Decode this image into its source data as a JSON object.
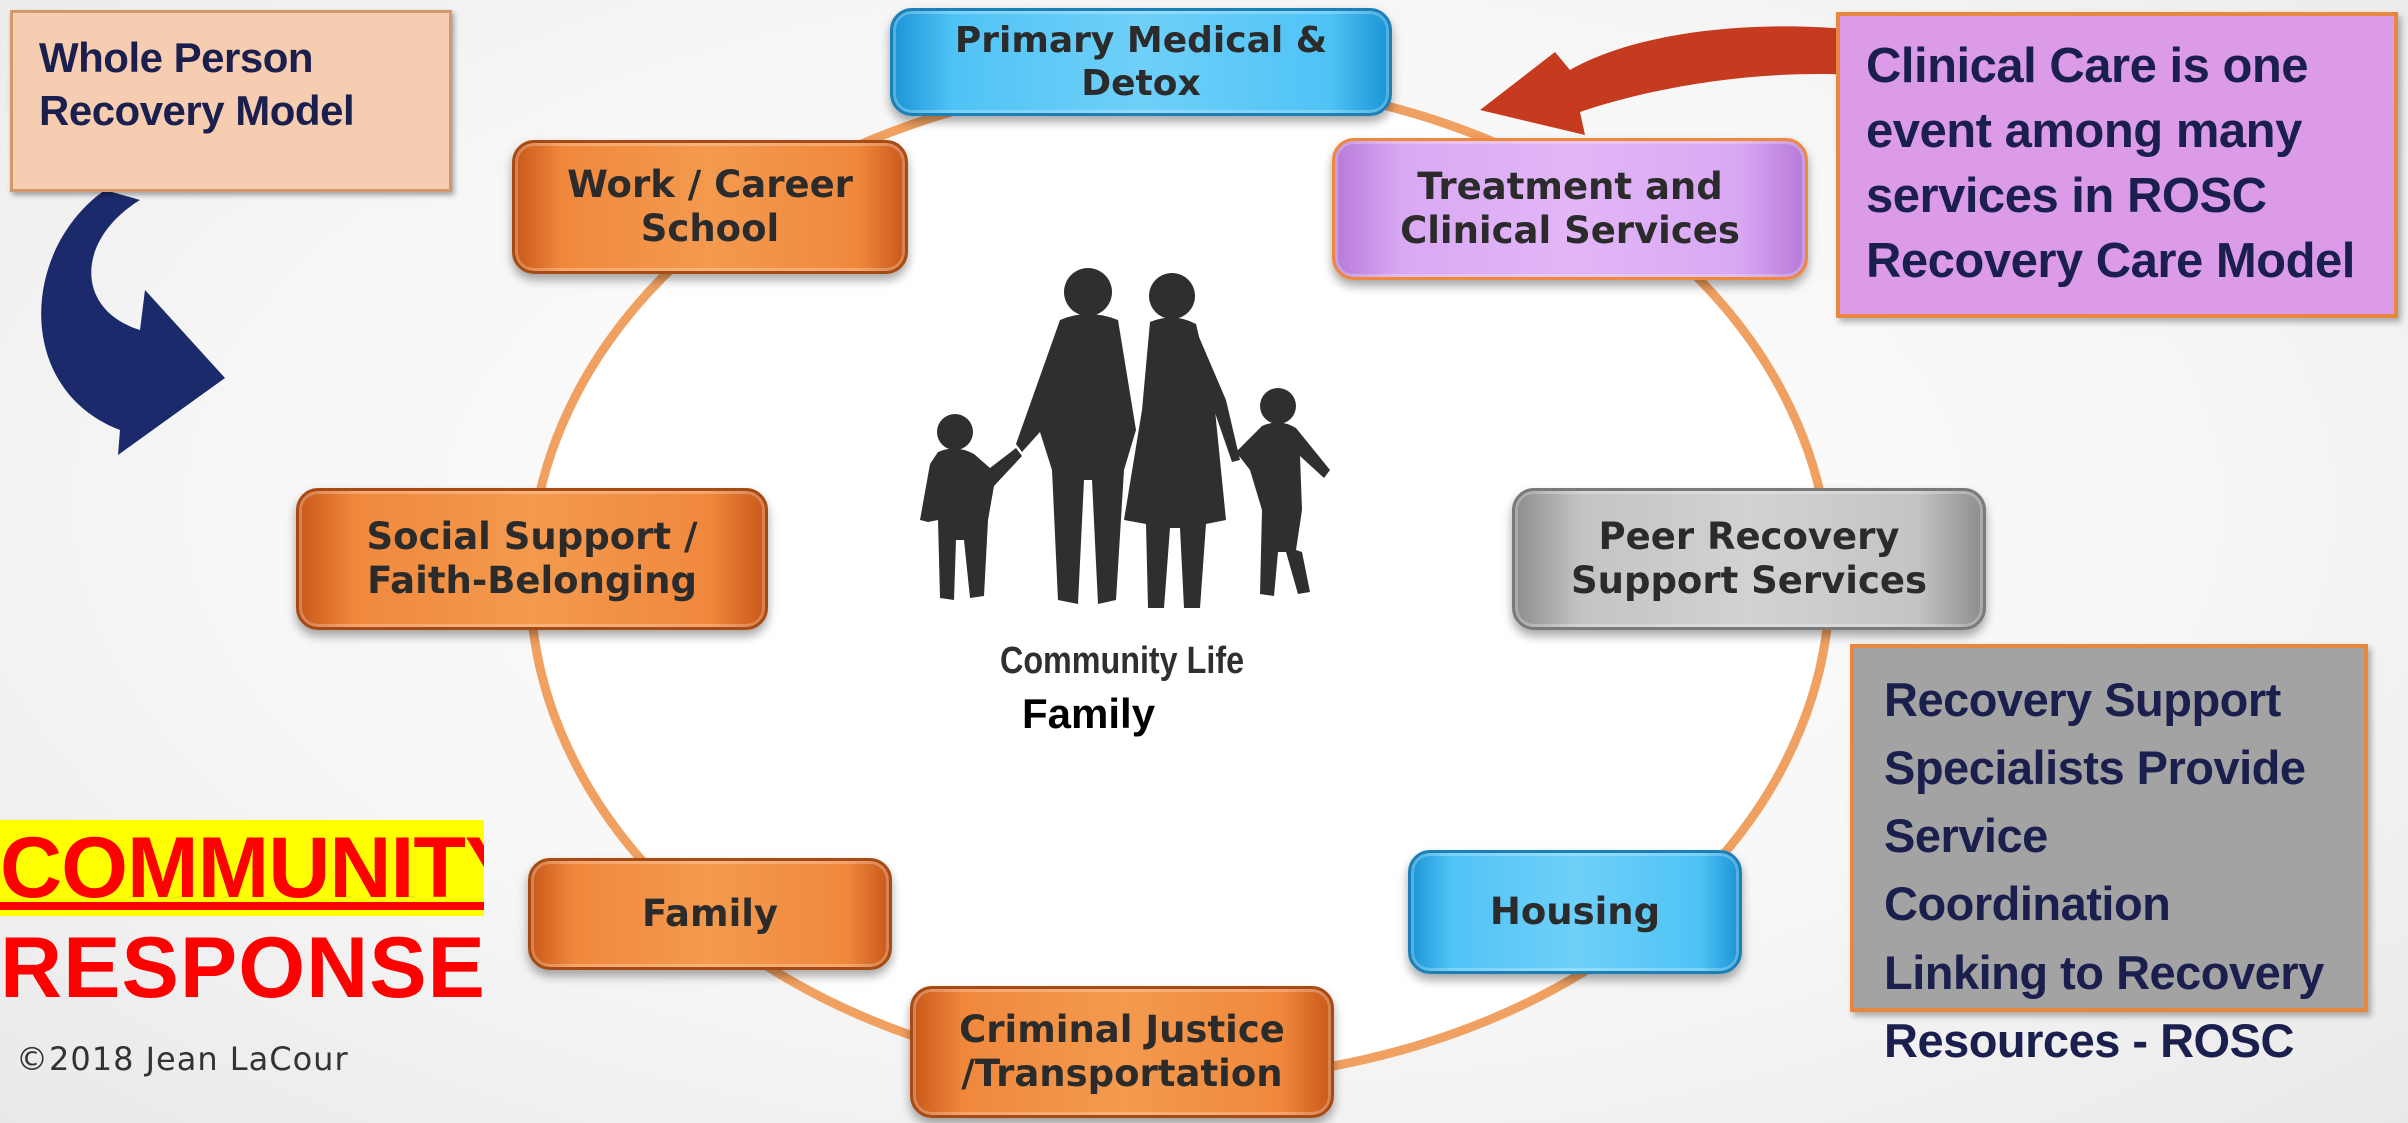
{
  "model_box": {
    "text": "Whole Person\nRecovery Model"
  },
  "nodes": {
    "primary_medical": "Primary Medical &\nDetox",
    "treatment": "Treatment and\nClinical Services",
    "work_career": "Work / Career\nSchool",
    "social_support": "Social Support /\nFaith-Belonging",
    "peer_recovery": "Peer Recovery\nSupport Services",
    "family": "Family",
    "housing": "Housing",
    "criminal_justice": "Criminal Justice\n/Transportation"
  },
  "center": {
    "community_life": "Community Life",
    "family": "Family"
  },
  "clinical_box": {
    "text": "Clinical Care is one\nevent among many\nservices in ROSC\nRecovery Care Model"
  },
  "rss_box": {
    "text": "Recovery Support\nSpecialists Provide\nService Coordination\nLinking to Recovery\nResources - ROSC"
  },
  "community_response": {
    "line1": "COMMUNITY",
    "line2": "RESPONSE"
  },
  "copyright": "©2018 Jean LaCour",
  "colors": {
    "orange": "#f39a4f",
    "blue": "#4fc3f5",
    "purple": "#d9a8f3",
    "gray": "#c4c4c4",
    "ring": "#f0a060",
    "arrow_navy": "#1b2a6b",
    "arrow_red": "#c63b1f",
    "alert_red": "#ff0000",
    "alert_yellow": "#ffff00"
  },
  "icons": [
    "family-silhouette-icon",
    "curved-arrow-down-right-icon",
    "curved-arrow-down-left-icon"
  ]
}
